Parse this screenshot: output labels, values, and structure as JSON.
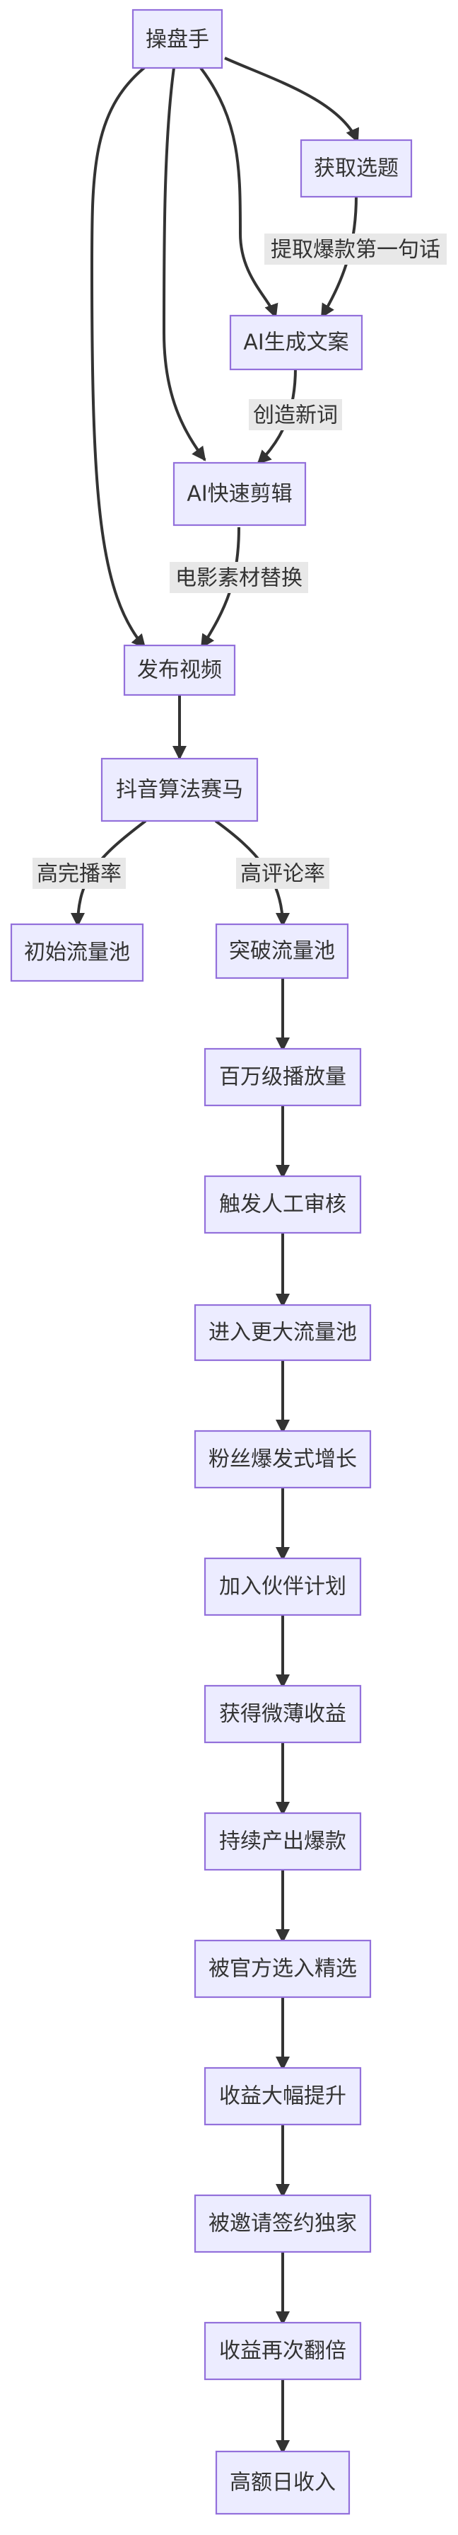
{
  "nodes": {
    "caopanshou": "操盘手",
    "huoqu": "获取选题",
    "aishengcheng": "AI生成文案",
    "aijianji": "AI快速剪辑",
    "fabu": "发布视频",
    "douyin": "抖音算法赛马",
    "chushi": "初始流量池",
    "tupo": "突破流量池",
    "baiwan": "百万级播放量",
    "chufa": "触发人工审核",
    "jinru": "进入更大流量池",
    "fensi": "粉丝爆发式增长",
    "jiaru": "加入伙伴计划",
    "weibao": "获得微薄收益",
    "chixu": "持续产出爆款",
    "guanfang": "被官方选入精选",
    "dafu": "收益大幅提升",
    "yaoqing": "被邀请签约独家",
    "fanbei": "收益再次翻倍",
    "gaoe": "高额日收入"
  },
  "edge_labels": {
    "tiqu": "提取爆款第一句话",
    "chuangzao": "创造新词",
    "dianying": "电影素材替换",
    "gaowanbo": "高完播率",
    "gaopinglun": "高评论率"
  }
}
